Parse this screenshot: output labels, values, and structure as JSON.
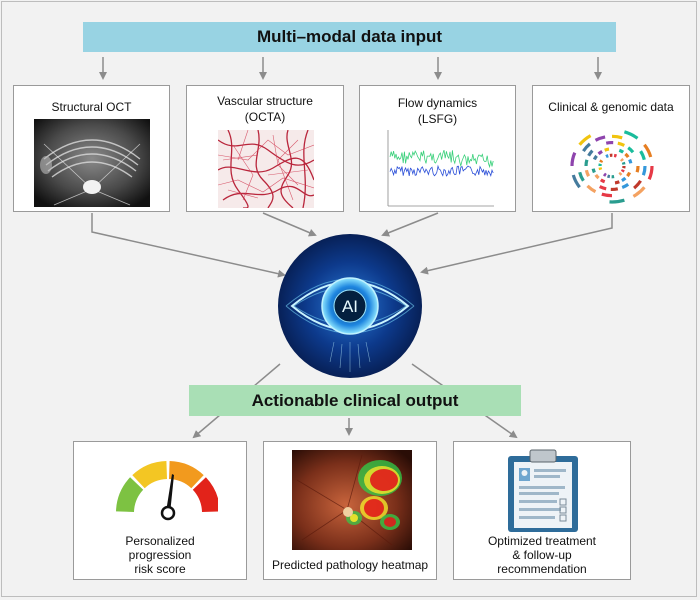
{
  "input_banner": {
    "label": "Multi–modal data input"
  },
  "inputs": [
    {
      "title": "Structural OCT"
    },
    {
      "title_line1": "Vascular structure",
      "title_line2": "(OCTA)"
    },
    {
      "title_line1": "Flow dynamics",
      "title_line2": "(LSFG)"
    },
    {
      "title": "Clinical & genomic data"
    }
  ],
  "ai_hub": {
    "label": "AI"
  },
  "output_banner": {
    "label": "Actionable clinical output"
  },
  "outputs": [
    {
      "line1": "Personalized",
      "line2": "progression",
      "line3": "risk score"
    },
    {
      "title": "Predicted pathology heatmap"
    },
    {
      "line1": "Optimized treatment",
      "line2": "& follow-up",
      "line3": "recommendation"
    }
  ],
  "colors": {
    "input_banner": "#98d3e3",
    "output_banner": "#a9dfb5",
    "arrow": "#8c8c8c",
    "gauge": [
      "#7dc242",
      "#f3c623",
      "#f29a1e",
      "#e2231a"
    ]
  }
}
